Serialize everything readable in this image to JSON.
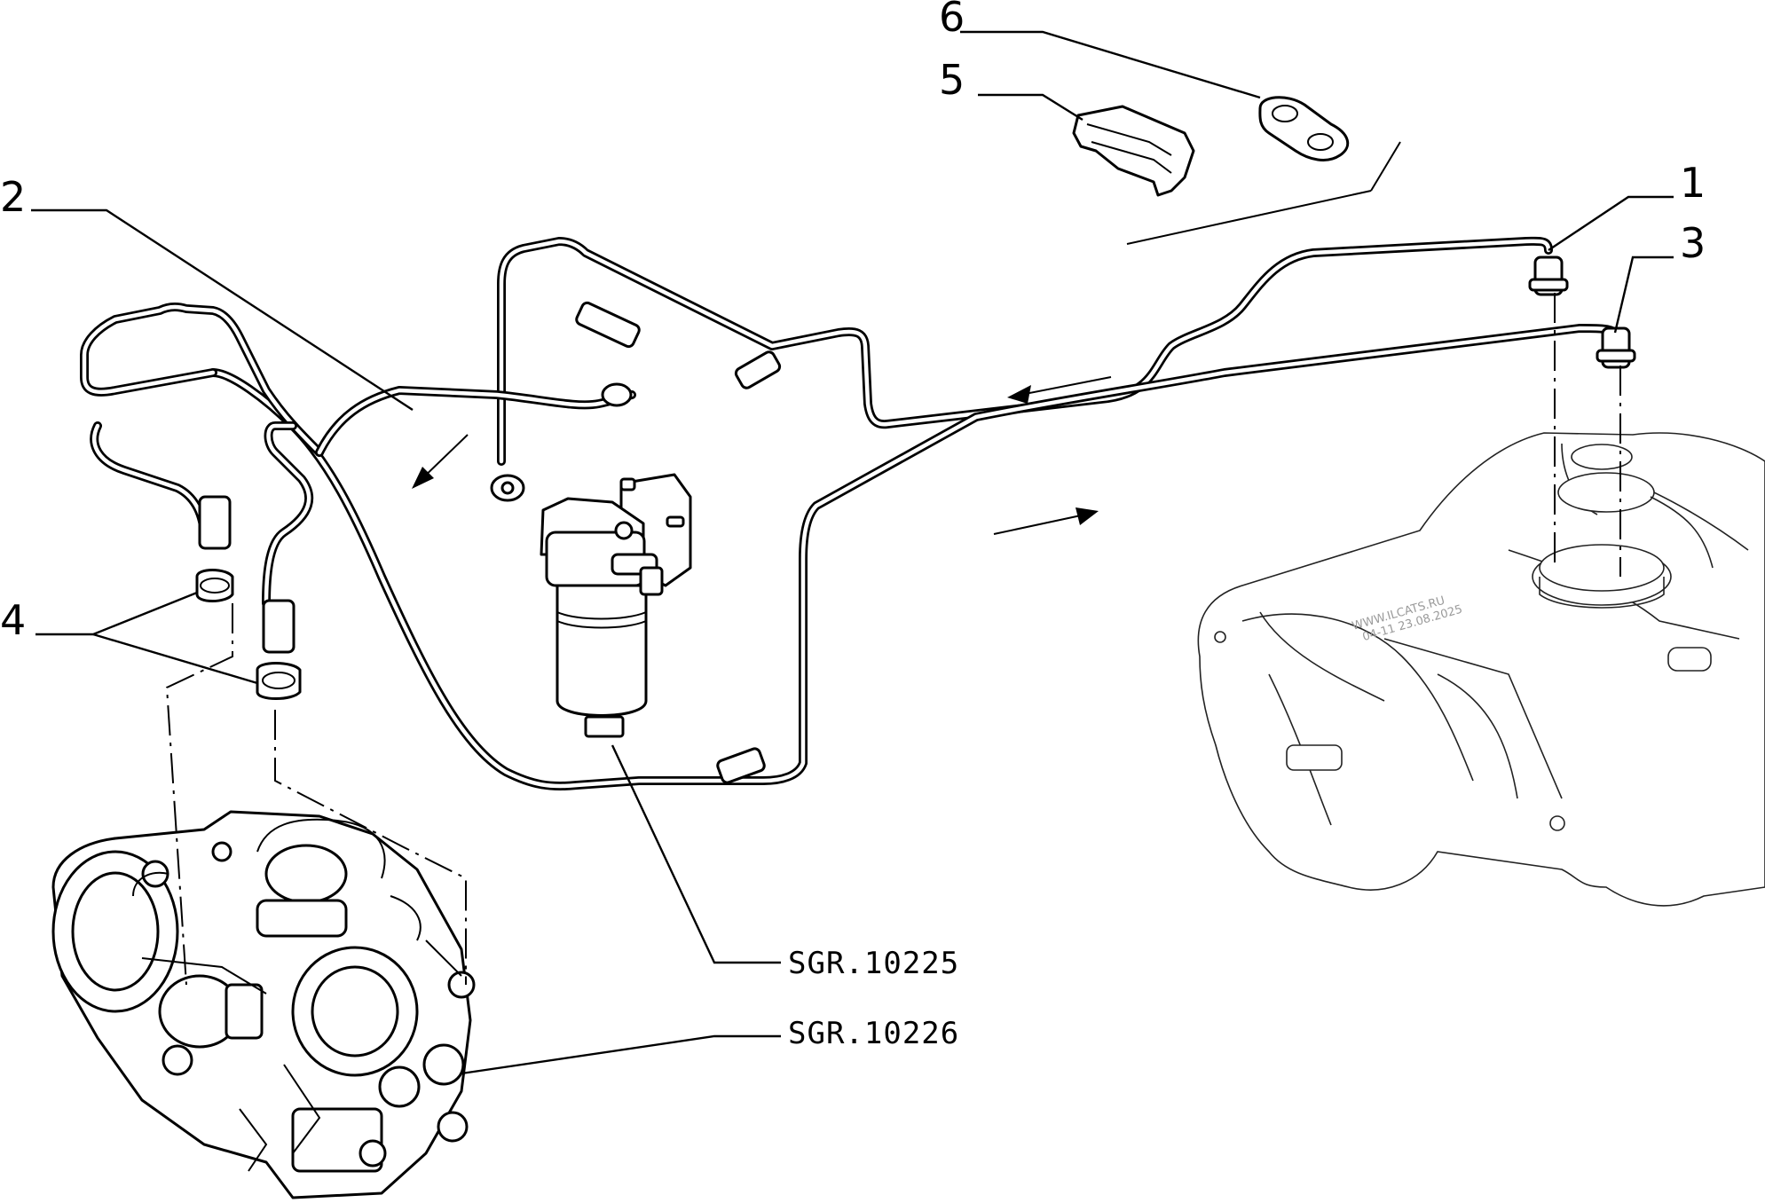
{
  "callouts": {
    "n1": "1",
    "n2": "2",
    "n3": "3",
    "n4": "4",
    "n5": "5",
    "n6": "6"
  },
  "references": {
    "filter_group": "SGR.10225",
    "pump_group": "SGR.10226"
  },
  "watermark": {
    "line1": "WWW.ILCATS.RU",
    "line2": "04-11 23.08.2025"
  },
  "colors": {
    "ink": "#000000",
    "paper": "#ffffff",
    "watermark": "#9a9a9a"
  }
}
